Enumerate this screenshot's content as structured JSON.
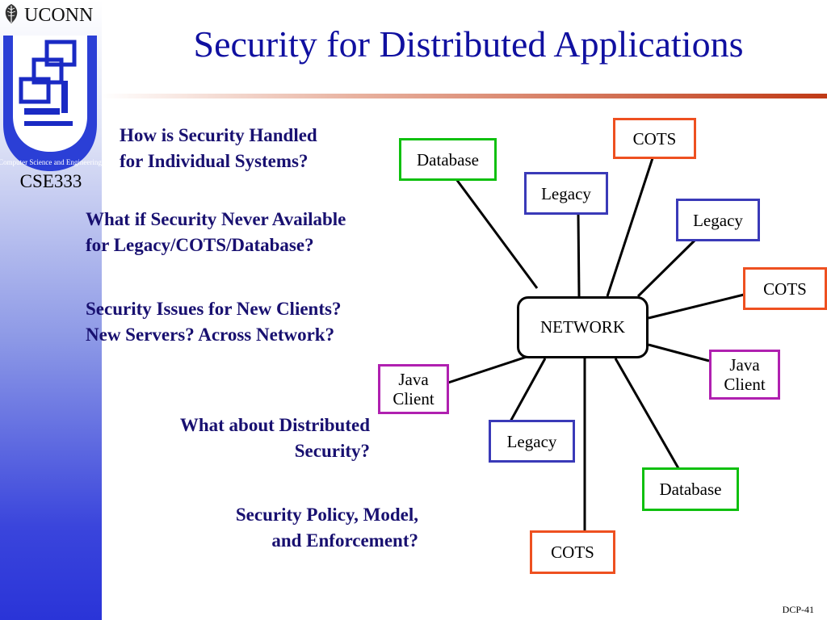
{
  "brand": {
    "university": "UCONN",
    "course": "CSE333",
    "seal_text": "Computer Science and Engineering"
  },
  "title": "Security for Distributed Applications",
  "questions": [
    {
      "line1": "How is Security Handled",
      "line2": "for Individual Systems?"
    },
    {
      "line1": "What if Security Never Available",
      "line2": "for Legacy/COTS/Database?"
    },
    {
      "line1": "Security Issues for New Clients?",
      "line2": "New Servers? Across Network?"
    },
    {
      "line1": "What about Distributed",
      "line2": "Security?"
    },
    {
      "line1": "Security Policy, Model,",
      "line2": "and Enforcement?"
    }
  ],
  "diagram": {
    "hub": "NETWORK",
    "nodes": [
      {
        "id": "database-top",
        "label": "Database",
        "kind": "Database"
      },
      {
        "id": "cots-top",
        "label": "COTS",
        "kind": "COTS"
      },
      {
        "id": "legacy-top-left",
        "label": "Legacy",
        "kind": "Legacy"
      },
      {
        "id": "legacy-top-right",
        "label": "Legacy",
        "kind": "Legacy"
      },
      {
        "id": "cots-right",
        "label": "COTS",
        "kind": "COTS"
      },
      {
        "id": "java-client-right",
        "line1": "Java",
        "line2": "Client",
        "kind": "Java Client"
      },
      {
        "id": "java-client-left",
        "line1": "Java",
        "line2": "Client",
        "kind": "Java Client"
      },
      {
        "id": "legacy-bottom",
        "label": "Legacy",
        "kind": "Legacy"
      },
      {
        "id": "database-bottom",
        "label": "Database",
        "kind": "Database"
      },
      {
        "id": "cots-bottom",
        "label": "COTS",
        "kind": "COTS"
      }
    ],
    "colors": {
      "Database": "#10c010",
      "Legacy": "#3a3ab8",
      "COTS": "#ee5020",
      "Java Client": "#b020b0"
    }
  },
  "footer": "DCP-41"
}
